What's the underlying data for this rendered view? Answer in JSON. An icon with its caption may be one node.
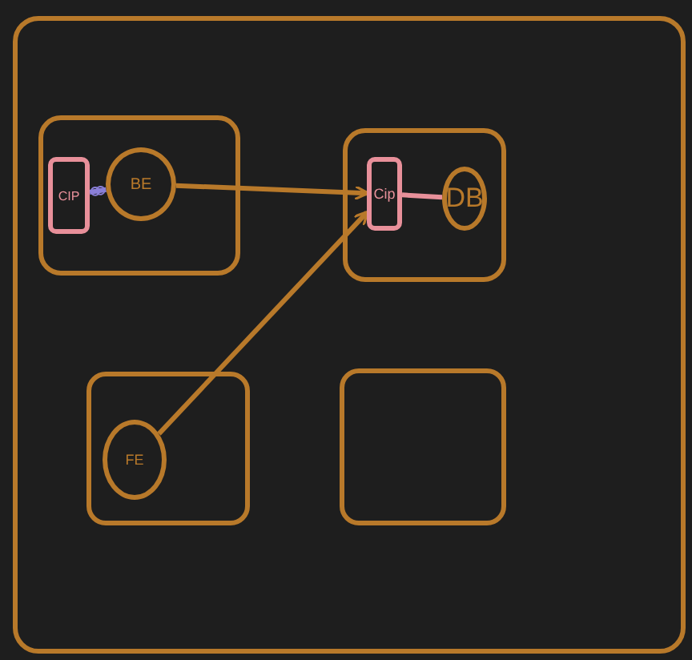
{
  "diagram": {
    "nodes": [
      {
        "text": [],
        "shape": "box"
      },
      {
        "text": [],
        "shape": "box",
        "in": 0
      },
      {
        "text": [
          "CIP"
        ],
        "in": 1
      },
      {
        "text": [
          "BE"
        ],
        "in": 1
      },
      {
        "text": [],
        "shape": "box",
        "in": 0
      },
      {
        "text": [
          "Cip"
        ],
        "in": 4
      },
      {
        "text": [
          "DB"
        ],
        "in": 4
      },
      {
        "text": [],
        "shape": "box",
        "in": 0
      },
      {
        "text": [
          "FE"
        ],
        "in": 7
      },
      {
        "text": [],
        "shape": "box",
        "in": 0
      }
    ],
    "edges": [
      {
        "from": 2,
        "to": 3,
        "arrow": "other",
        "color": "#8a7fd8"
      },
      {
        "from": 3,
        "to": 5,
        "arrow": "to"
      },
      {
        "from": 8,
        "to": 5,
        "arrow": "to"
      },
      {
        "from": 5,
        "to": 6,
        "arrow": "none",
        "color": "#e8909a"
      }
    ]
  }
}
